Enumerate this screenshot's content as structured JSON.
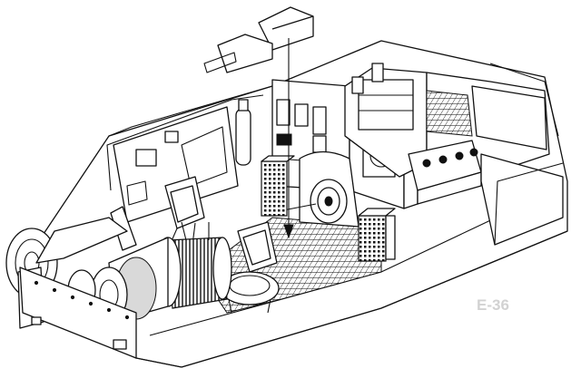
{
  "drawing": {
    "watermark_label": "E-36",
    "icons": [
      "hull-cutaway",
      "engine",
      "drivers-seat",
      "radio-operator-seat",
      "battery",
      "ammunition-rack",
      "turret-ring",
      "antenna-box"
    ]
  }
}
